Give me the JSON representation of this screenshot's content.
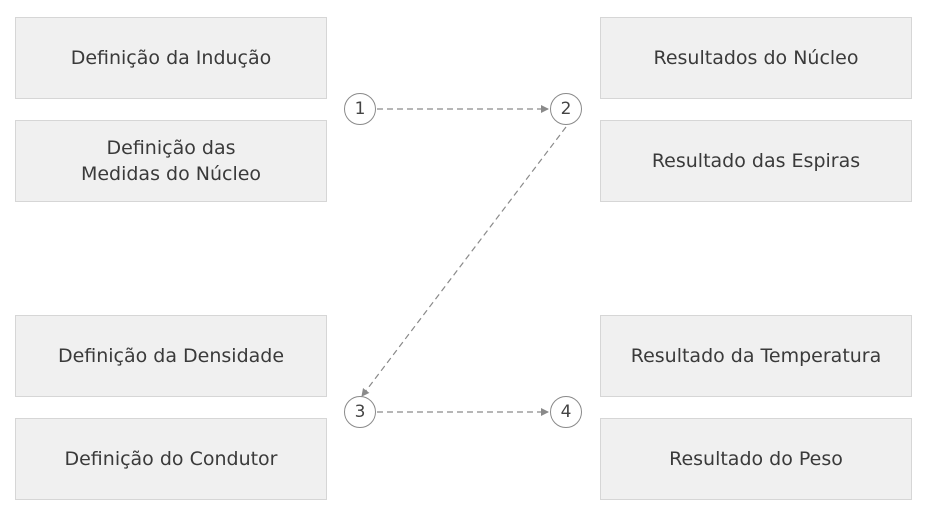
{
  "left_boxes": [
    {
      "label": "Definição da Indução"
    },
    {
      "label": "Definição das\nMedidas do Núcleo"
    },
    {
      "label": "Definição da Densidade"
    },
    {
      "label": "Definição do Condutor"
    }
  ],
  "right_boxes": [
    {
      "label": "Resultados do Núcleo"
    },
    {
      "label": "Resultado das Espiras"
    },
    {
      "label": "Resultado da Temperatura"
    },
    {
      "label": "Resultado do Peso"
    }
  ],
  "steps": [
    "1",
    "2",
    "3",
    "4"
  ],
  "colors": {
    "box_fill": "#f0f0f0",
    "box_border": "#d6d6d6",
    "text": "#3a3a3a",
    "connector": "#8a8a8a"
  }
}
